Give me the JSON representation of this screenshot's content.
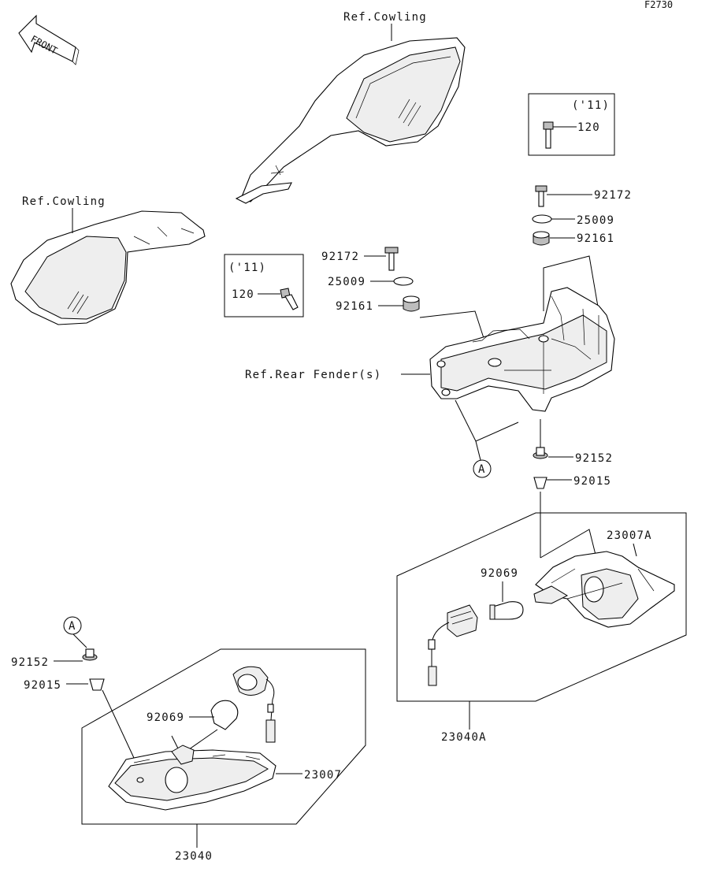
{
  "diagram_code": "F2730",
  "front_label": "FRONT",
  "refs": {
    "cowling_top": "Ref.Cowling",
    "cowling_left": "Ref.Cowling",
    "rear_fender": "Ref.Rear Fender(s)"
  },
  "year_boxes": {
    "left": {
      "year": "('11)",
      "part": "120"
    },
    "right": {
      "year": "('11)",
      "part": "120"
    }
  },
  "center_stack": {
    "screw": "92172",
    "washer": "25009",
    "grommet": "92161"
  },
  "right_stack": {
    "screw": "92172",
    "washer": "25009",
    "grommet": "92161",
    "collar": "92152",
    "nut": "92015"
  },
  "callout": "A",
  "right_assembly": {
    "lens": "23007A",
    "bulb": "92069",
    "assembly": "23040A"
  },
  "left_assembly": {
    "callout": "A",
    "collar": "92152",
    "nut": "92015",
    "bulb": "92069",
    "lens": "23007",
    "assembly": "23040"
  }
}
